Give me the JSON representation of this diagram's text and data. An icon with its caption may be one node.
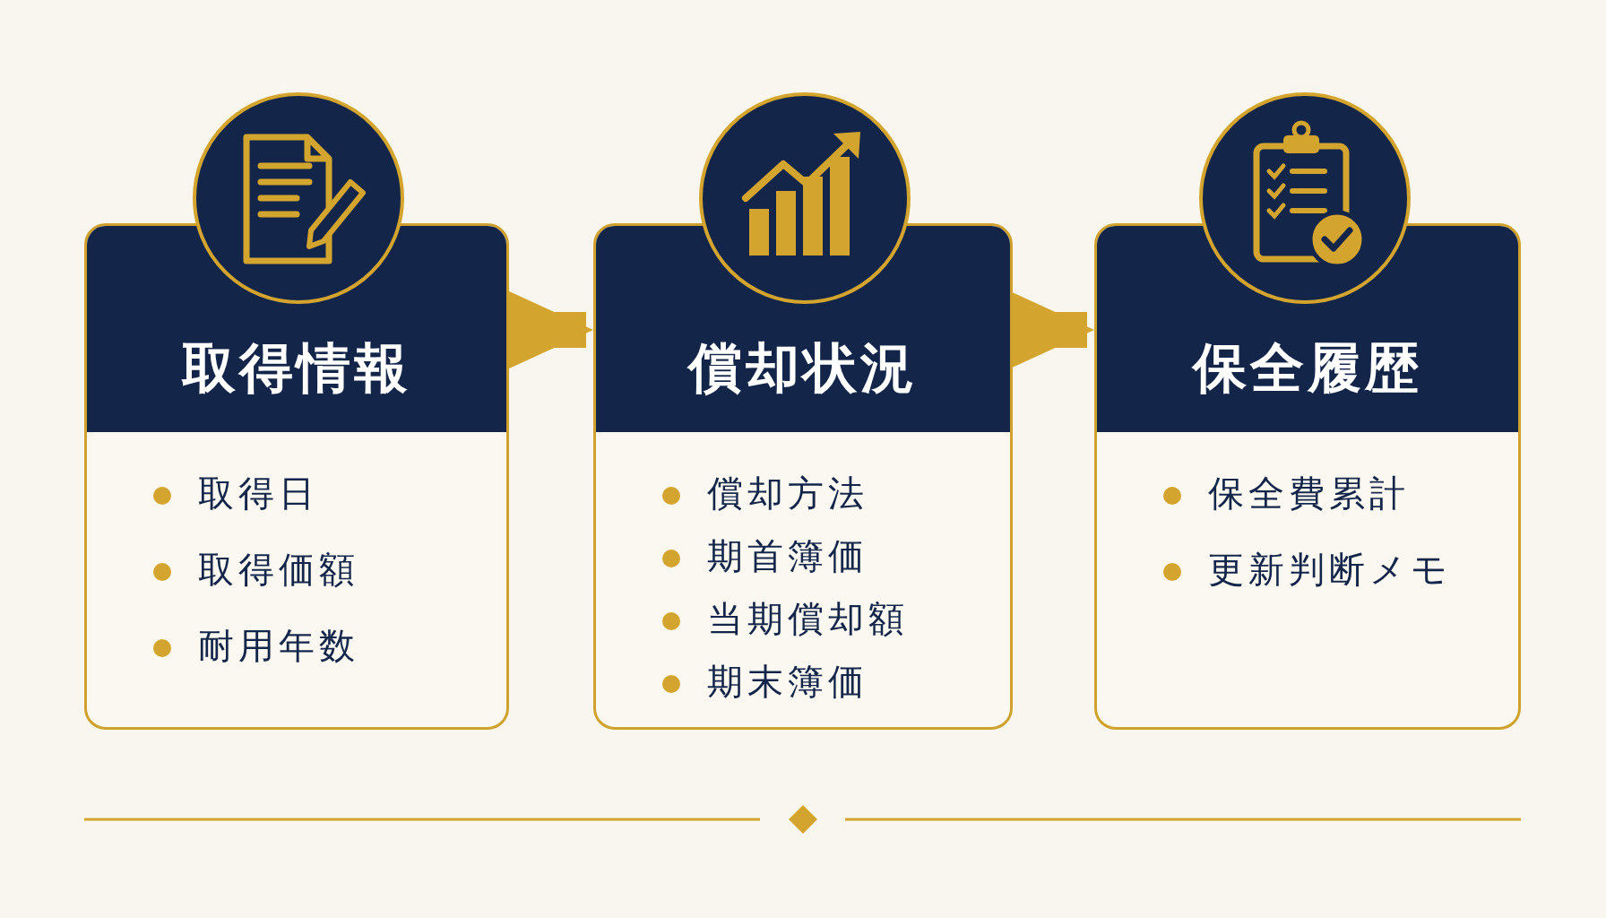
{
  "diagram": {
    "nodes": [
      {
        "text": [
          "取得情報",
          "取得日",
          "取得価額",
          "耐用年数"
        ]
      },
      {
        "text": [
          "償却状況",
          "償却方法",
          "期首簿価",
          "当期償却額",
          "期末簿価"
        ]
      },
      {
        "text": [
          "保全履歴",
          "保全費累計",
          "更新判断メモ"
        ]
      }
    ],
    "edges": [
      {
        "from": 0,
        "to": 1,
        "arrow": "to"
      },
      {
        "from": 1,
        "to": 2,
        "arrow": "to"
      }
    ]
  }
}
